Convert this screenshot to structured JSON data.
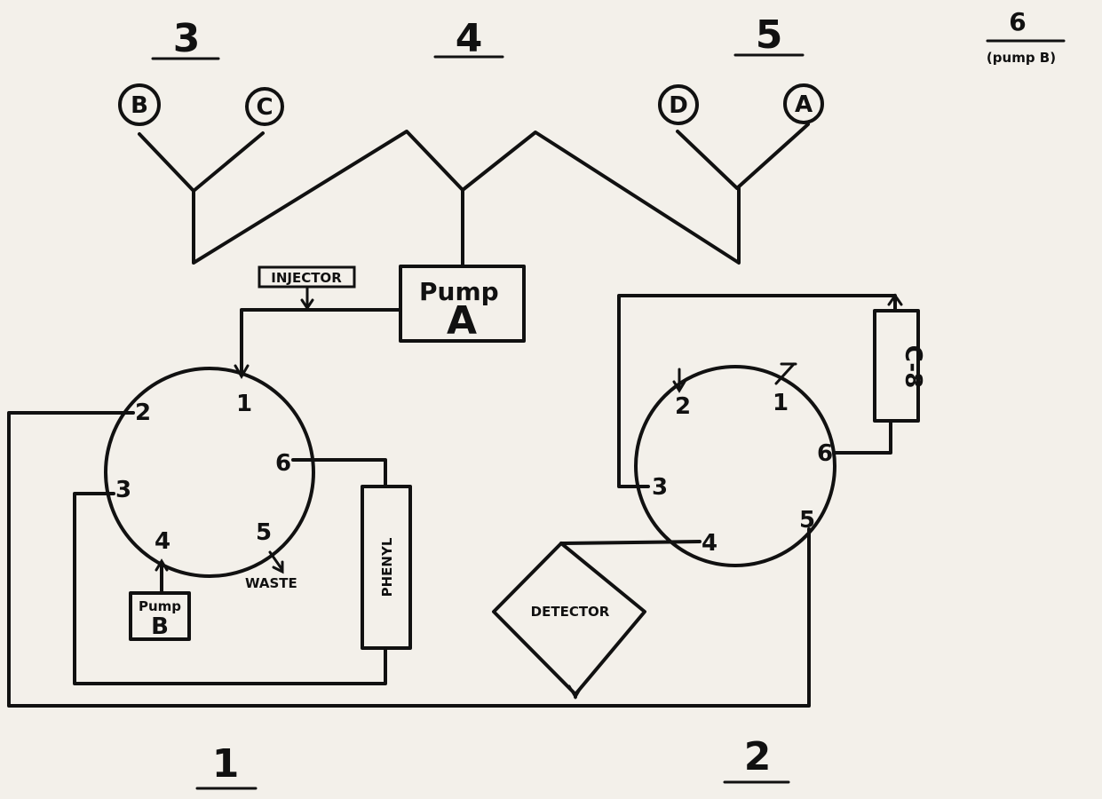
{
  "sections": {
    "s1": "1",
    "s2": "2",
    "s3": "3",
    "s4": "4",
    "s5": "5",
    "s6": "6",
    "s6_note": "(pump B)"
  },
  "solvents": {
    "b": "B",
    "c": "C",
    "d": "D",
    "a": "A"
  },
  "components": {
    "injector": "INJECTOR",
    "pump_a_line1": "Pump",
    "pump_a_line2": "A",
    "pump_b_line1": "Pump",
    "pump_b_line2": "B",
    "phenyl": "PHENYL",
    "c8": "C-8",
    "detector": "DETECTOR",
    "waste": "WASTE"
  },
  "valve1_ports": [
    "1",
    "2",
    "3",
    "4",
    "5",
    "6"
  ],
  "valve2_ports": [
    "1",
    "2",
    "3",
    "4",
    "5",
    "6"
  ]
}
